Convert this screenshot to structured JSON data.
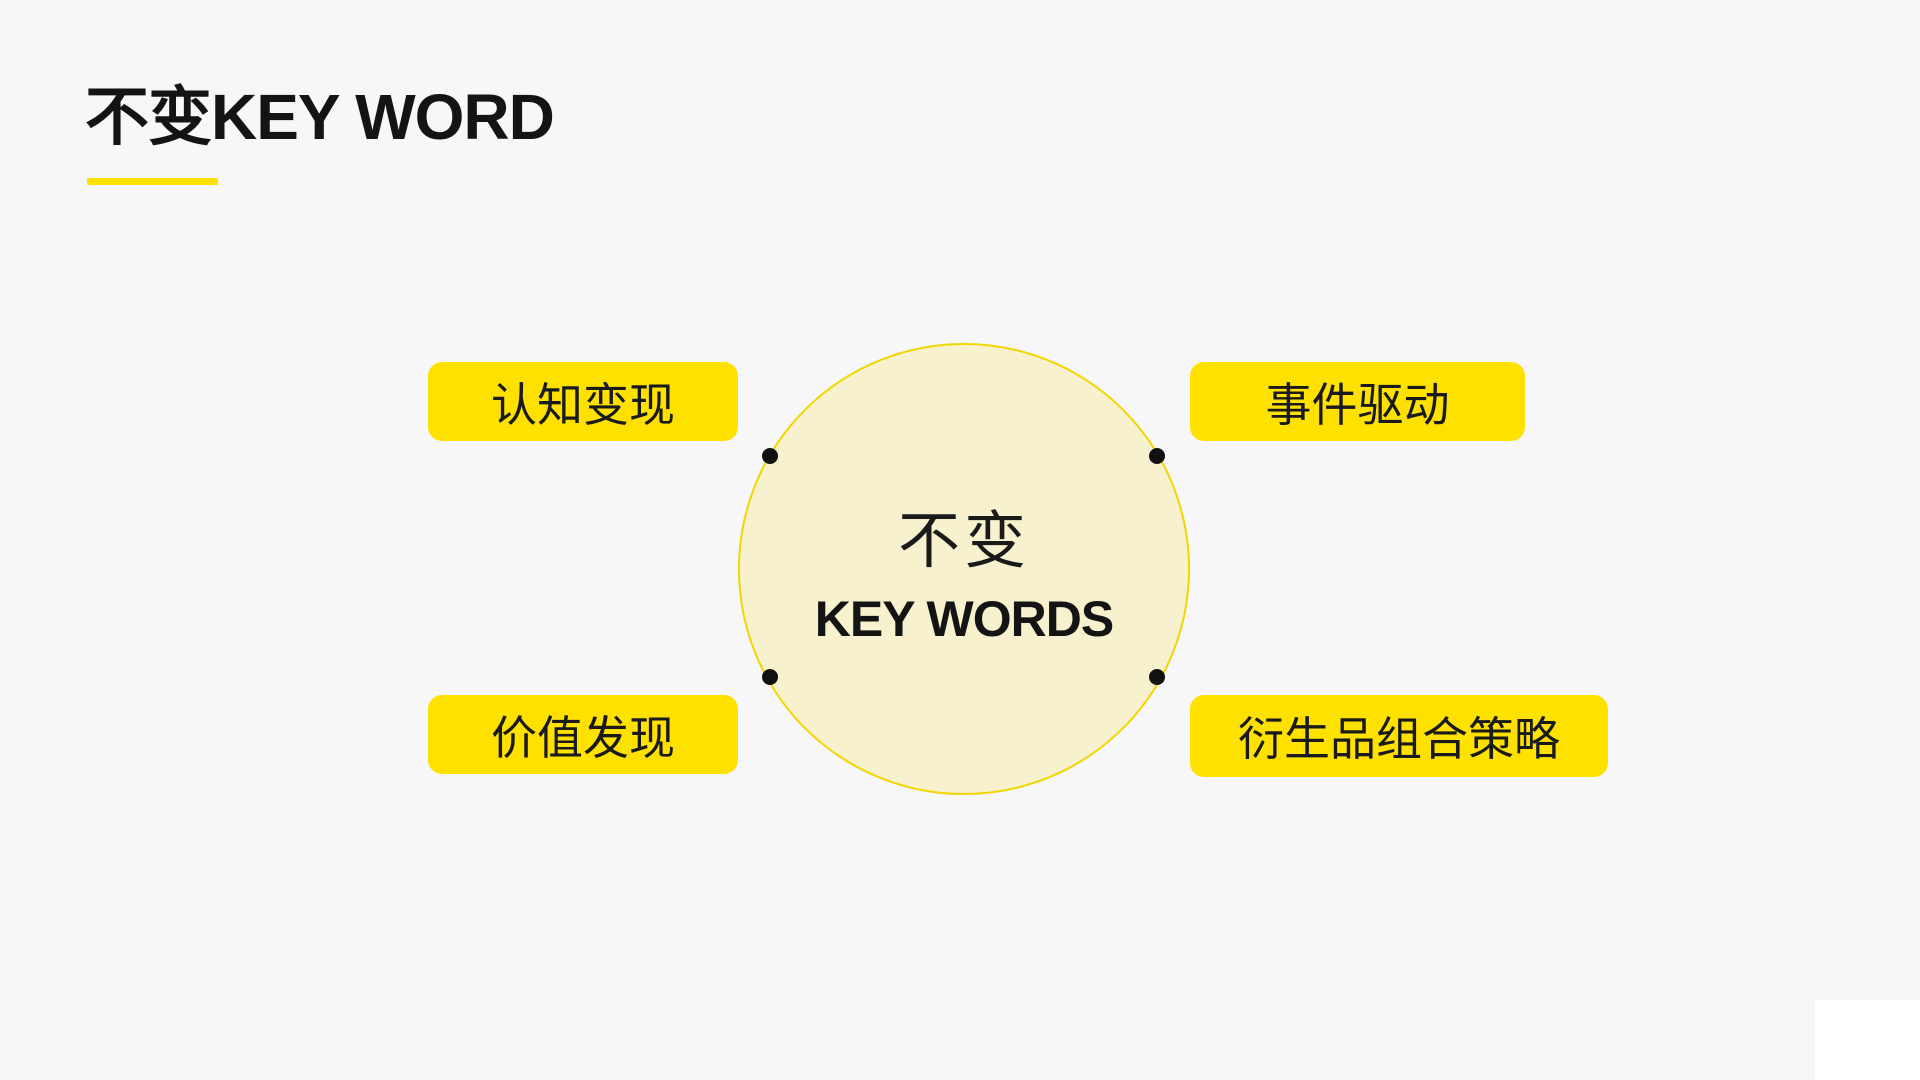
{
  "slide": {
    "title": "不变KEY WORD",
    "background_color": "#F7F6F8",
    "accent_yellow": "#FFE100",
    "text_color": "#1A1A1A",
    "circle": {
      "label_cn": "不变",
      "label_en": "KEY WORDS",
      "fill_color": "#F7F1CD",
      "stroke_color": "#F2D600"
    },
    "keywords": [
      {
        "label": "认知变现",
        "position": "top-left"
      },
      {
        "label": "事件驱动",
        "position": "top-right"
      },
      {
        "label": "价值发现",
        "position": "bottom-left"
      },
      {
        "label": "衍生品组合策略",
        "position": "bottom-right"
      }
    ]
  }
}
